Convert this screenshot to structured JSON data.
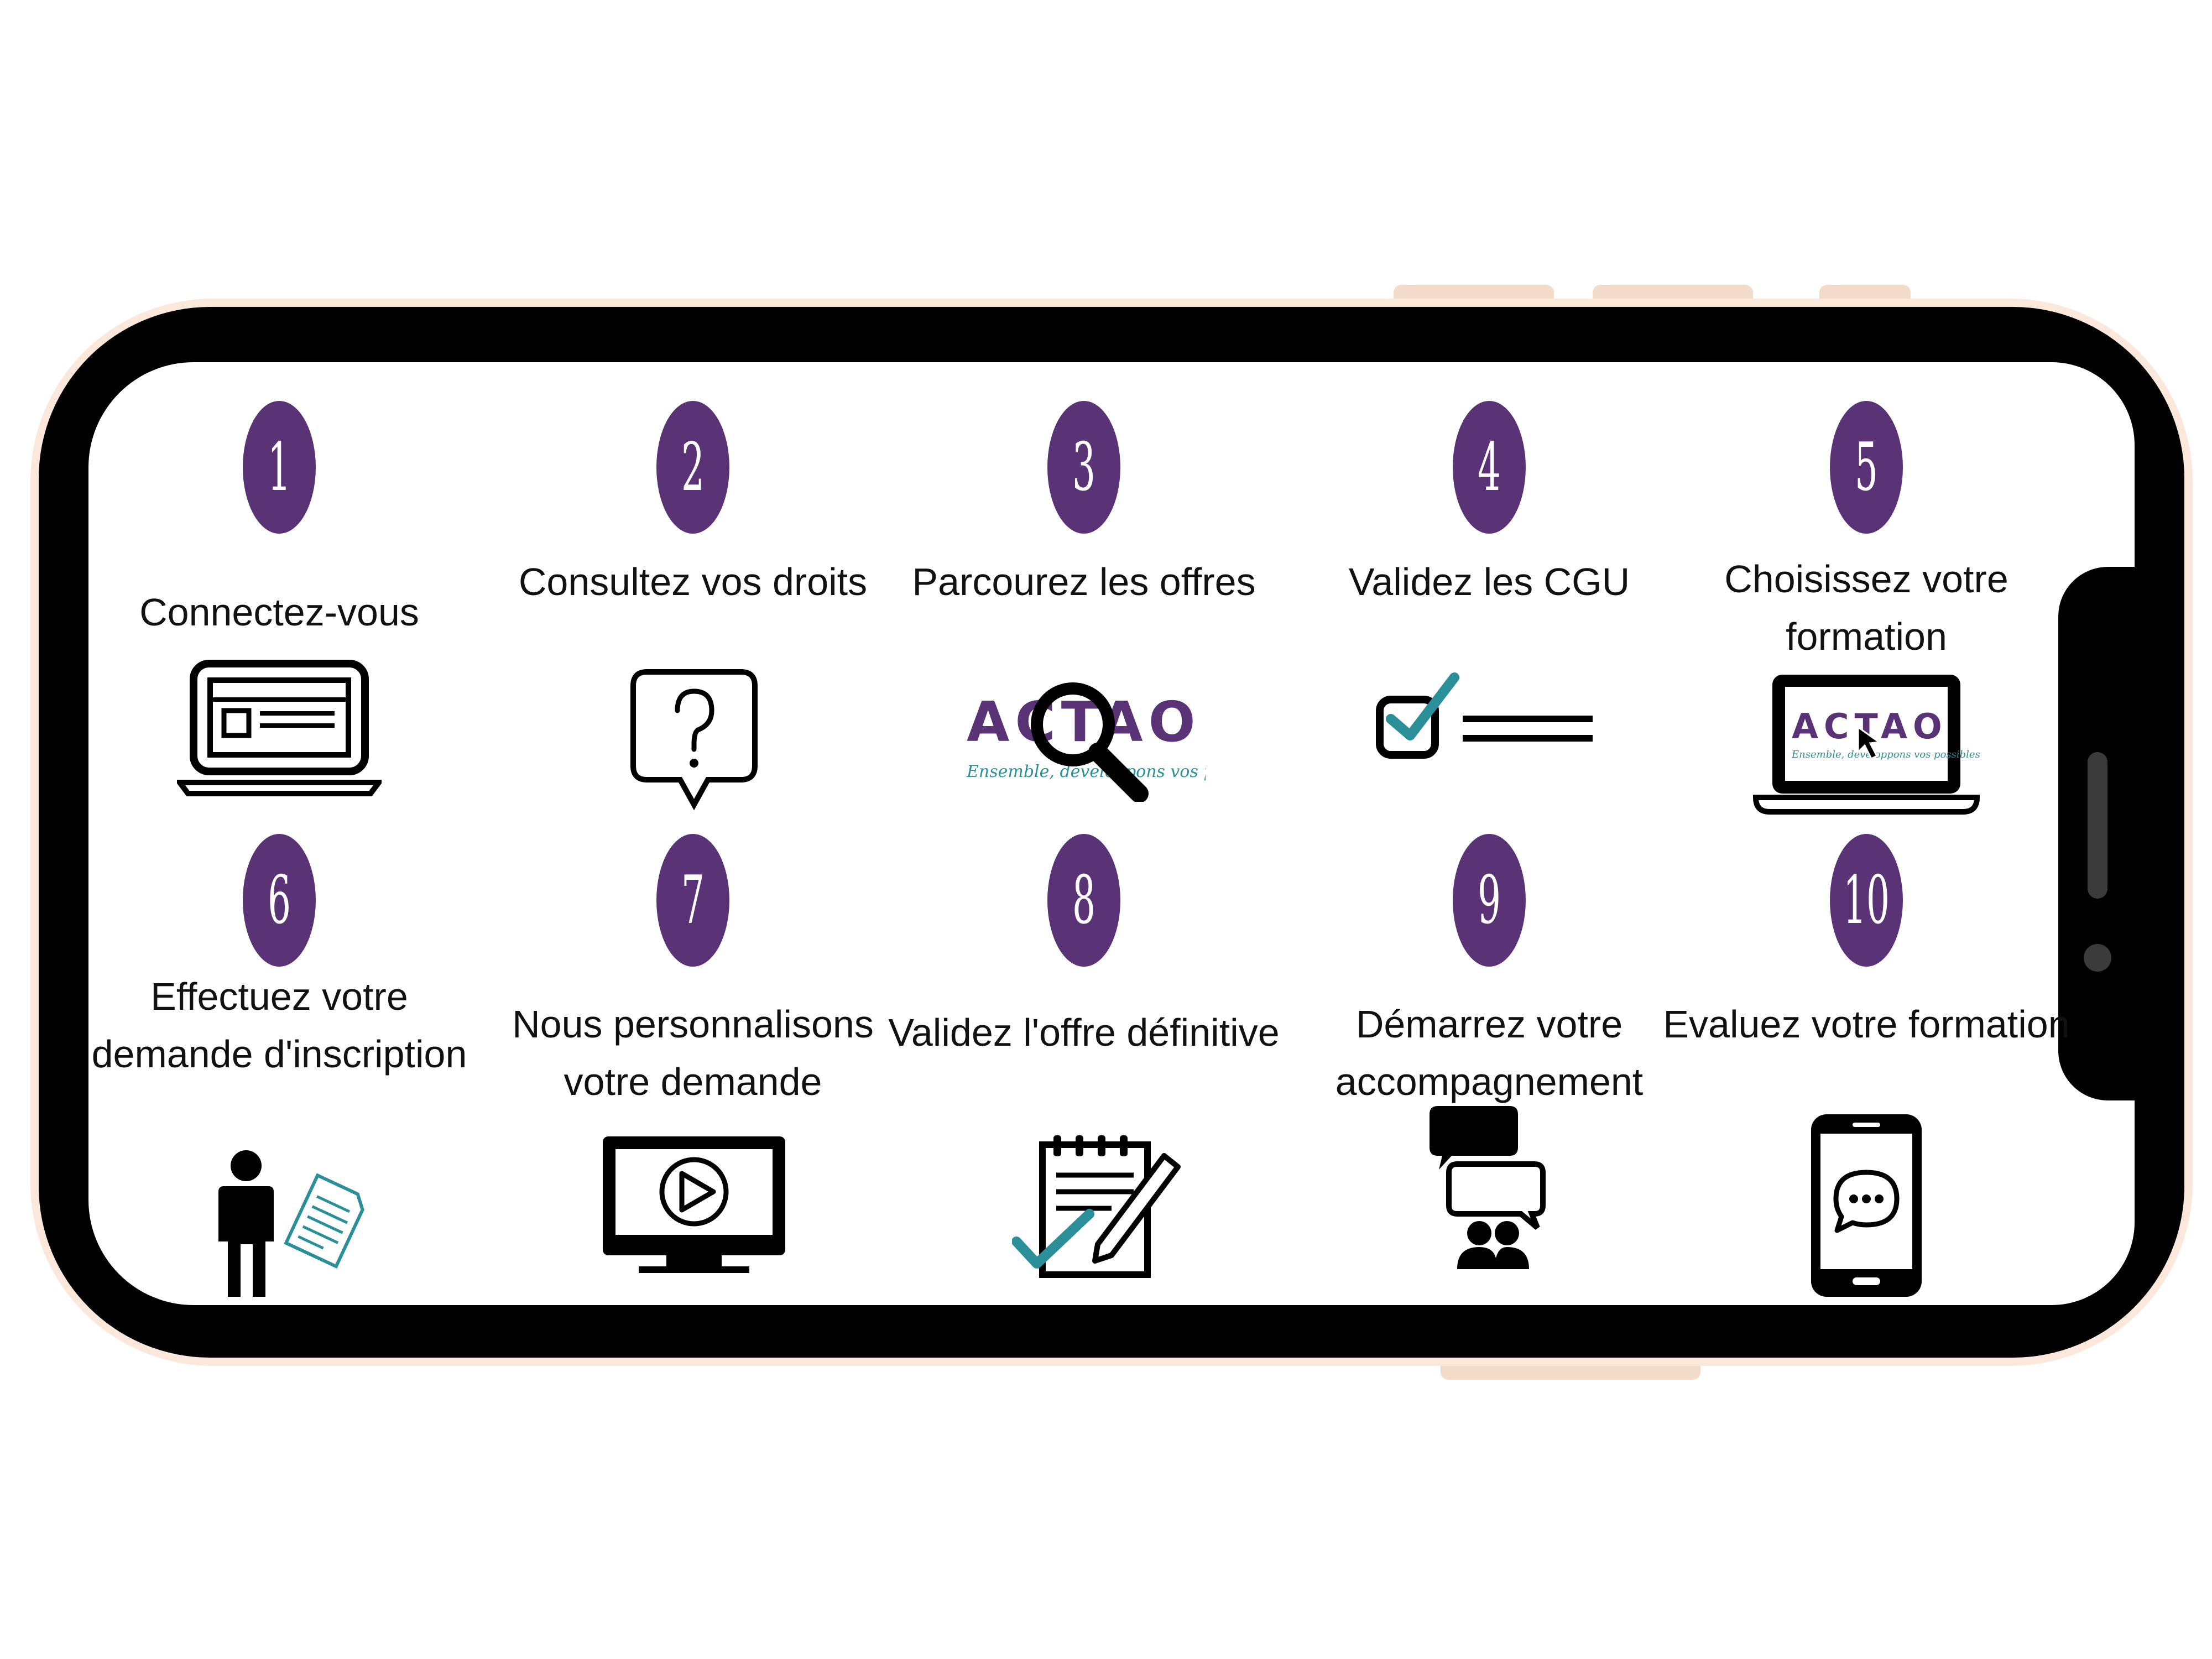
{
  "colors": {
    "accent_purple": "#5a3377",
    "teal": "#2a8f98",
    "phone_frame": "#fbe8da",
    "phone_body": "#000000"
  },
  "logo": {
    "text": "ACTAO",
    "tagline": "Ensemble, développons vos possibles."
  },
  "steps": [
    {
      "number": "1",
      "label": "Connectez-vous",
      "icon": "laptop-icon"
    },
    {
      "number": "2",
      "label": "Consultez vos droits",
      "icon": "question-bubble-icon"
    },
    {
      "number": "3",
      "label": "Parcourez les offres",
      "icon": "magnifier-logo-icon"
    },
    {
      "number": "4",
      "label": "Validez les CGU",
      "icon": "checkbox-icon"
    },
    {
      "number": "5",
      "label": "Choisissez votre formation",
      "icon": "laptop-logo-icon"
    },
    {
      "number": "6",
      "label": "Effectuez votre demande d'inscription",
      "icon": "person-document-icon"
    },
    {
      "number": "7",
      "label": "Nous personnalisons votre demande",
      "icon": "monitor-play-icon"
    },
    {
      "number": "8",
      "label": "Validez l'offre définitive",
      "icon": "notepad-pen-check-icon"
    },
    {
      "number": "9",
      "label": "Démarrez votre accompagnement",
      "icon": "chat-people-icon"
    },
    {
      "number": "10",
      "label": "Evaluez votre formation",
      "icon": "smartphone-chat-icon"
    }
  ]
}
